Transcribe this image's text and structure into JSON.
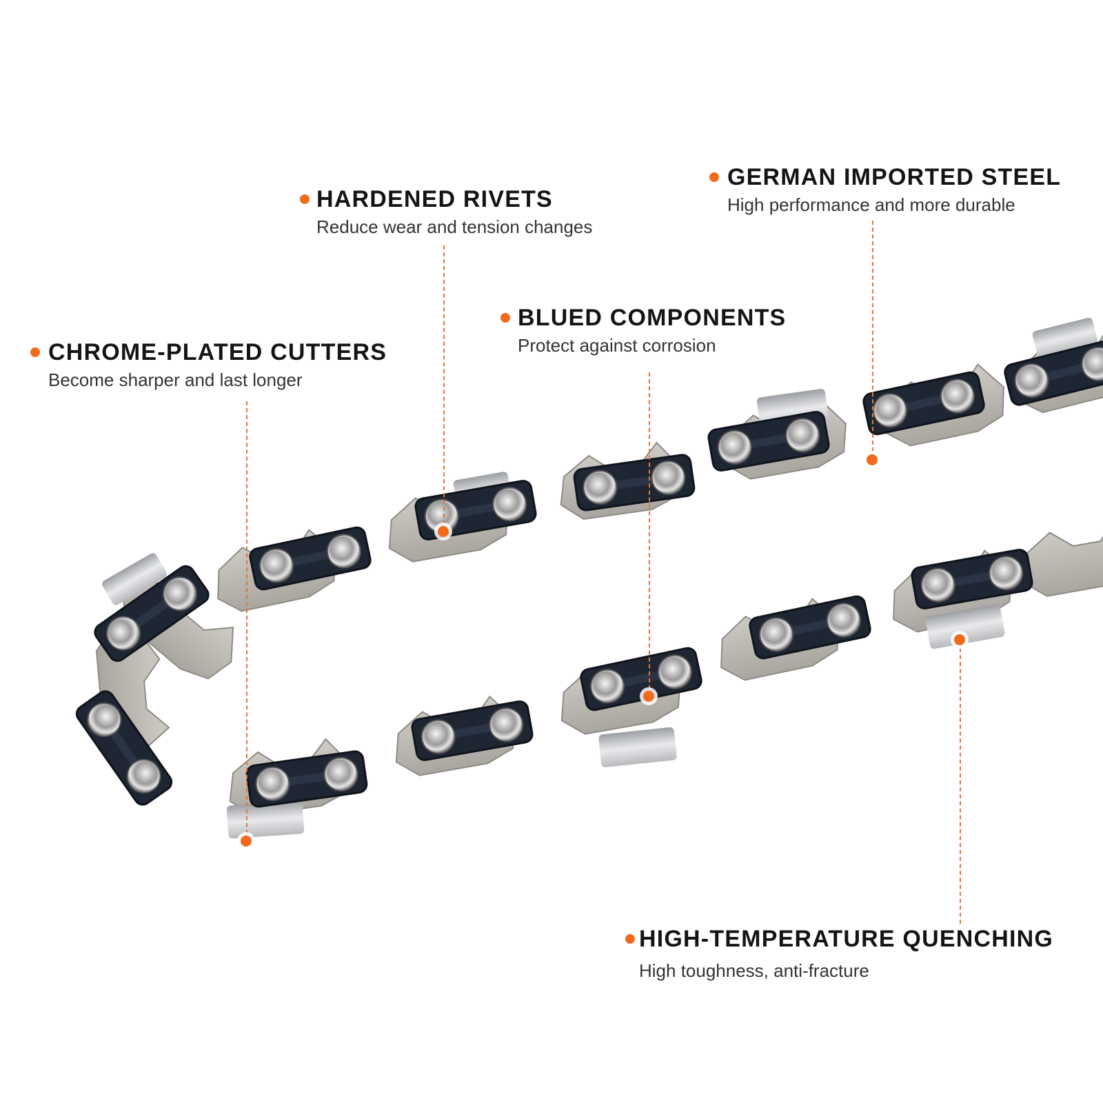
{
  "accent_color": "#f26a1b",
  "product": "saw-chain",
  "callouts": [
    {
      "id": "german-steel",
      "title": "GERMAN IMPORTED STEEL",
      "desc": "High performance and more durable"
    },
    {
      "id": "hardened-rivets",
      "title": "HARDENED RIVETS",
      "desc": "Reduce wear and tension changes"
    },
    {
      "id": "blued-components",
      "title": "BLUED COMPONENTS",
      "desc": "Protect against corrosion"
    },
    {
      "id": "chrome-cutters",
      "title": "CHROME-PLATED CUTTERS",
      "desc": "Become sharper and last longer"
    },
    {
      "id": "quenching",
      "title": "HIGH-TEMPERATURE QUENCHING",
      "desc": "High toughness, anti-fracture"
    }
  ],
  "colors": {
    "link_blue": "#1e2633",
    "steel": "#b9b6b0",
    "rivet": "#d9d9d9",
    "chrome": "#c8c9cb"
  }
}
